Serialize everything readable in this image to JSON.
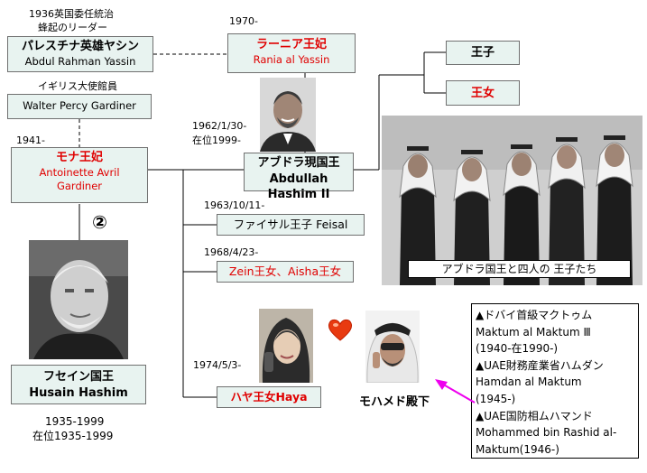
{
  "yassin": {
    "note1": "1936英国委任統治",
    "note2": "蜂起のリーダー",
    "name_jp": "パレスチナ英雄ヤシン",
    "name_en": "Abdul Rahman Yassin"
  },
  "gardiner_father": {
    "note": "イギリス大使館員",
    "name_en": "Walter Percy Gardiner"
  },
  "mona": {
    "year": "1941-",
    "name_jp": "モナ王妃",
    "name_en_1": "Antoinette Avril",
    "name_en_2": "Gardiner"
  },
  "circled_number": "②",
  "husain": {
    "name_jp": "フセイン国王",
    "name_en": "Husain Hashim",
    "dates_1": "1935-1999",
    "dates_2": "在位1935-1999"
  },
  "rania": {
    "year": "1970-",
    "name_jp": "ラーニア王妃",
    "name_en": "Rania al Yassin"
  },
  "children": {
    "prince": "王子",
    "princess": "王女"
  },
  "abdullah": {
    "dates_1": "1962/1/30-",
    "dates_2": "在位1999-",
    "name_jp": "アブドラ現国王",
    "name_en": "Abdullah Hashim II"
  },
  "faisal": {
    "date": "1963/10/11-",
    "label": "ファイサル王子 Feisal"
  },
  "zein": {
    "date": "1968/4/23-",
    "label": "Zein王女、Aisha王女"
  },
  "haya": {
    "date": "1974/5/3-",
    "label": "ハヤ王女Haya"
  },
  "mohammed_caption": "モハメド殿下",
  "group_photo_caption": "アブドラ国王と四人の 王子たち",
  "info_box": {
    "lines": [
      "▲ドバイ首級マクトゥム",
      "Maktum al Maktum Ⅲ",
      "(1940-在1990-)",
      "▲UAE財務産業省ハムダン",
      "Hamdan al Maktum",
      "(1945-)",
      "▲UAE国防相ムハマンド",
      "Mohammed bin Rashid al-",
      "Maktum(1946-)"
    ]
  },
  "colors": {
    "box_fill": "#e8f3f0",
    "accent_red": "#e00000",
    "arrow_magenta": "#ee00ee",
    "heart": "#e83a10"
  },
  "icons": [
    "heart-icon",
    "arrow-icon"
  ]
}
